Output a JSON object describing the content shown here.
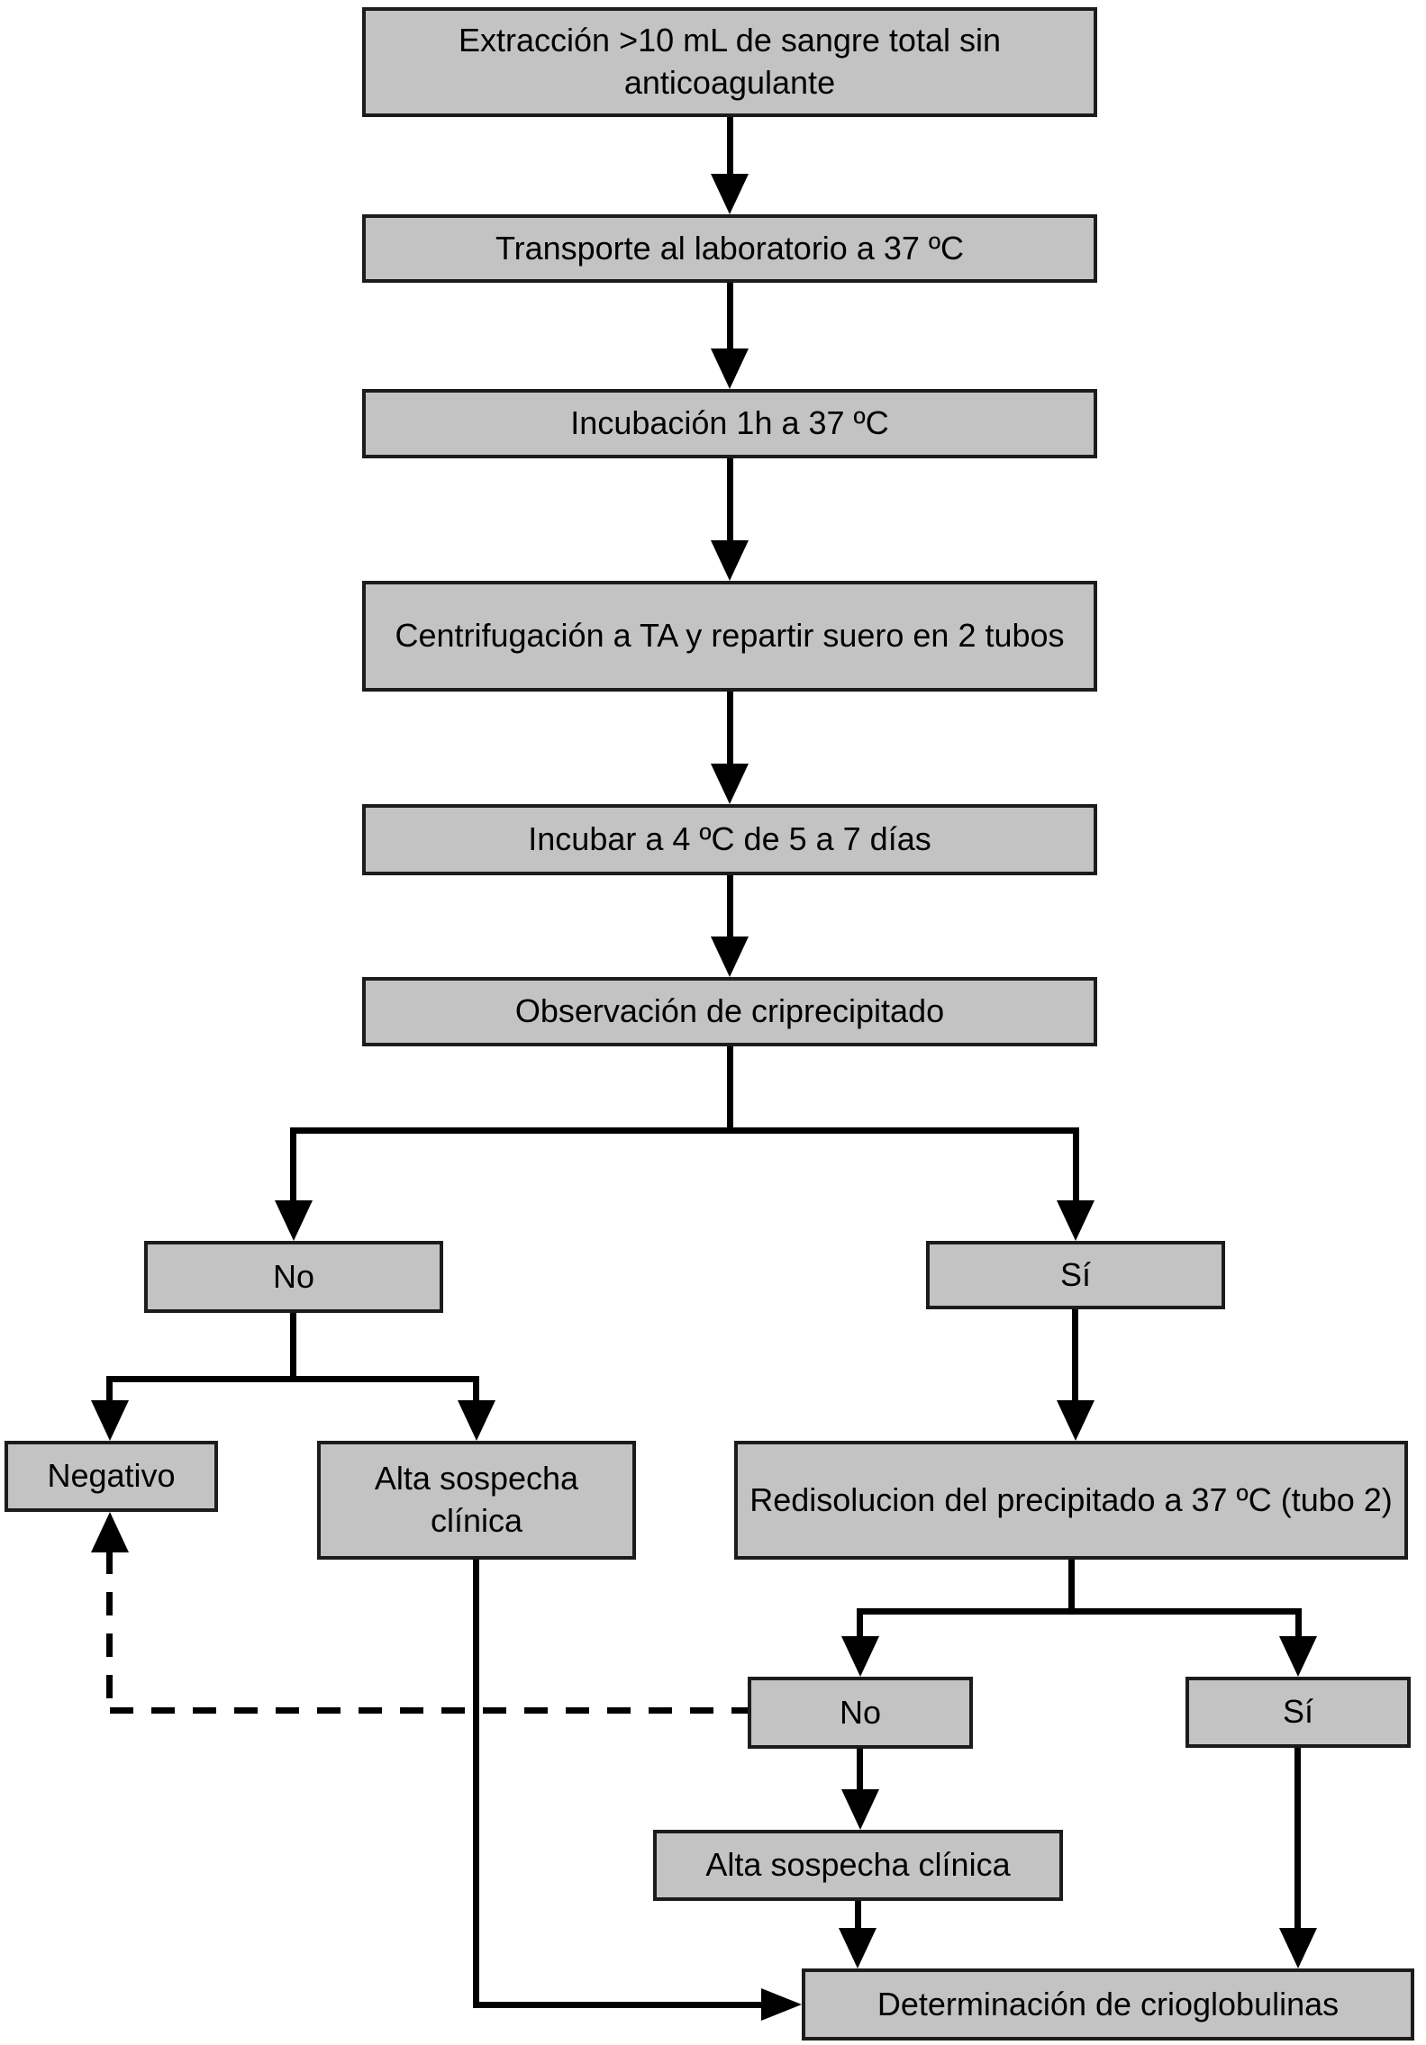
{
  "diagram": {
    "type": "flowchart",
    "language": "es",
    "colors": {
      "background": "#ffffff",
      "node_fill": "#c3c3c3",
      "node_border": "#1c1c1c",
      "connector": "#000000"
    },
    "nodes": {
      "extraccion": {
        "label": "Extracción >10 mL de sangre total sin anticoagulante"
      },
      "transporte": {
        "label": "Transporte al laboratorio a 37 ºC"
      },
      "incubacion": {
        "label": "Incubación 1h a 37 ºC"
      },
      "centrifugacion": {
        "label": "Centrifugación a TA y repartir suero en 2 tubos"
      },
      "incubar": {
        "label": "Incubar a 4 ºC de 5 a 7 días"
      },
      "observacion": {
        "label": "Observación de criprecipitado"
      },
      "no1": {
        "label": "No"
      },
      "si1": {
        "label": "Sí"
      },
      "negativo": {
        "label": "Negativo"
      },
      "alta1": {
        "label": "Alta sospecha clínica"
      },
      "redisolucion": {
        "label": "Redisolucion del precipitado a 37 ºC (tubo 2)"
      },
      "no2": {
        "label": "No"
      },
      "si2": {
        "label": "Sí"
      },
      "alta2": {
        "label": "Alta sospecha clínica"
      },
      "determinacion": {
        "label": "Determinación de crioglobulinas"
      }
    }
  }
}
